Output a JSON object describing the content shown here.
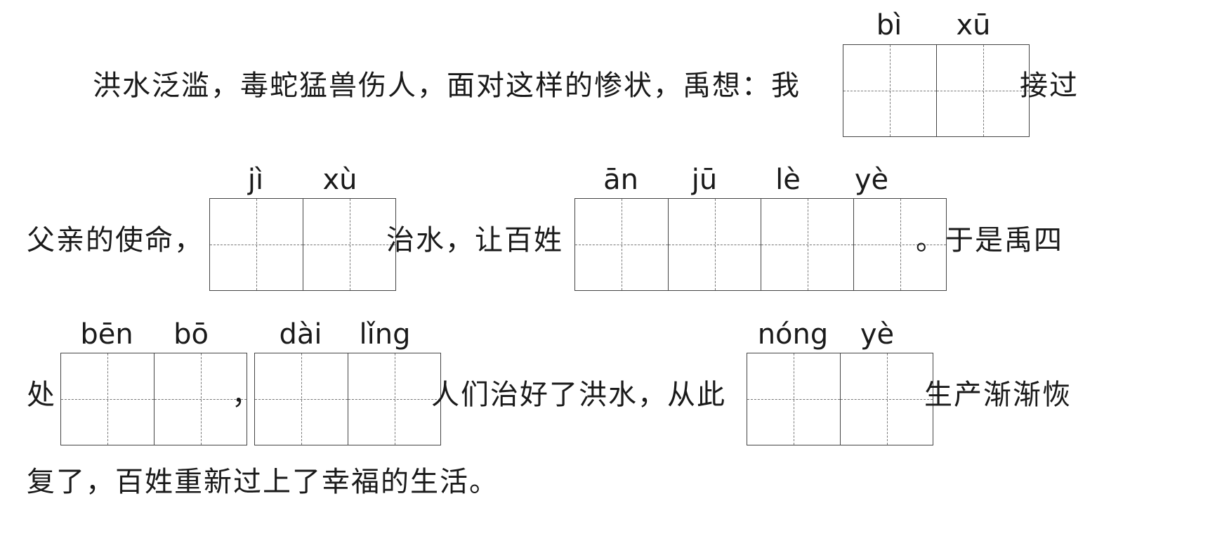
{
  "lines": {
    "l1_a": "洪水泛滥，毒蛇猛兽伤人，面对这样的惨状，禹想：我",
    "l1_b": "接过",
    "l2_a": "父亲的使命，",
    "l2_b": "治水，让百姓",
    "l2_c": "。于是禹四",
    "l3_a": "处",
    "l3_b": "，",
    "l3_c": "人们治好了洪水，从此",
    "l3_d": "生产渐渐恢",
    "l4": "复了，百姓重新过上了幸福的生活。"
  },
  "blanks": {
    "bi_xu": [
      "bì",
      "xū"
    ],
    "ji_xu": [
      "jì",
      "xù"
    ],
    "an_ju_le_ye": [
      "ān",
      "jū",
      "lè",
      "yè"
    ],
    "ben_bo": [
      "bēn",
      "bō"
    ],
    "dai_ling": [
      "dài",
      "lǐng"
    ],
    "nong_ye": [
      "nóng",
      "yè"
    ]
  }
}
